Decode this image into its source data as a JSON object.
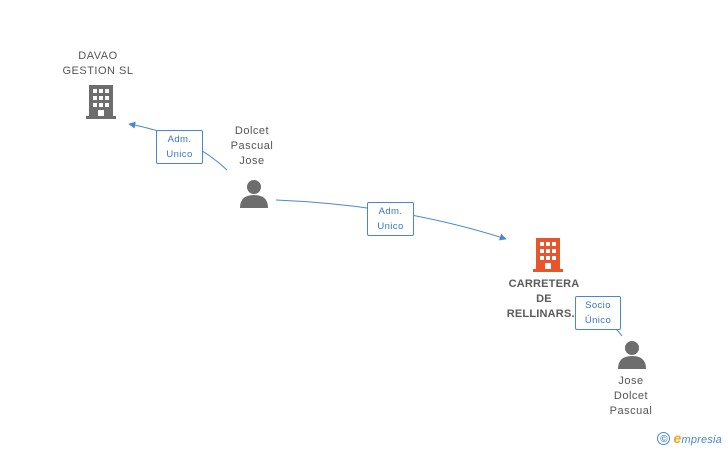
{
  "colors": {
    "company": "#6d6d6d",
    "company_highlight": "#e8552a",
    "person": "#6d6d6d",
    "edge": "#4a86d8"
  },
  "nodes": {
    "davao": {
      "line1": "DAVAO",
      "line2": "GESTION SL",
      "icon": "building-icon"
    },
    "dolcet": {
      "line1": "Dolcet",
      "line2": "Pascual",
      "line3": "Jose",
      "icon": "person-icon"
    },
    "carretera": {
      "line1": "CARRETERA",
      "line2": "DE",
      "line3": "RELLINARS...",
      "icon": "building-icon"
    },
    "jose": {
      "line1": "Jose",
      "line2": "Dolcet",
      "line3": "Pascual",
      "icon": "person-icon"
    }
  },
  "edges": {
    "e1": {
      "line1": "Adm.",
      "line2": "Unico"
    },
    "e2": {
      "line1": "Adm.",
      "line2": "Unico"
    },
    "e3": {
      "line1": "Socio",
      "line2": "Único"
    }
  },
  "footer": {
    "copyright": "©",
    "brand_initial": "e",
    "brand_rest": "mpresia"
  }
}
